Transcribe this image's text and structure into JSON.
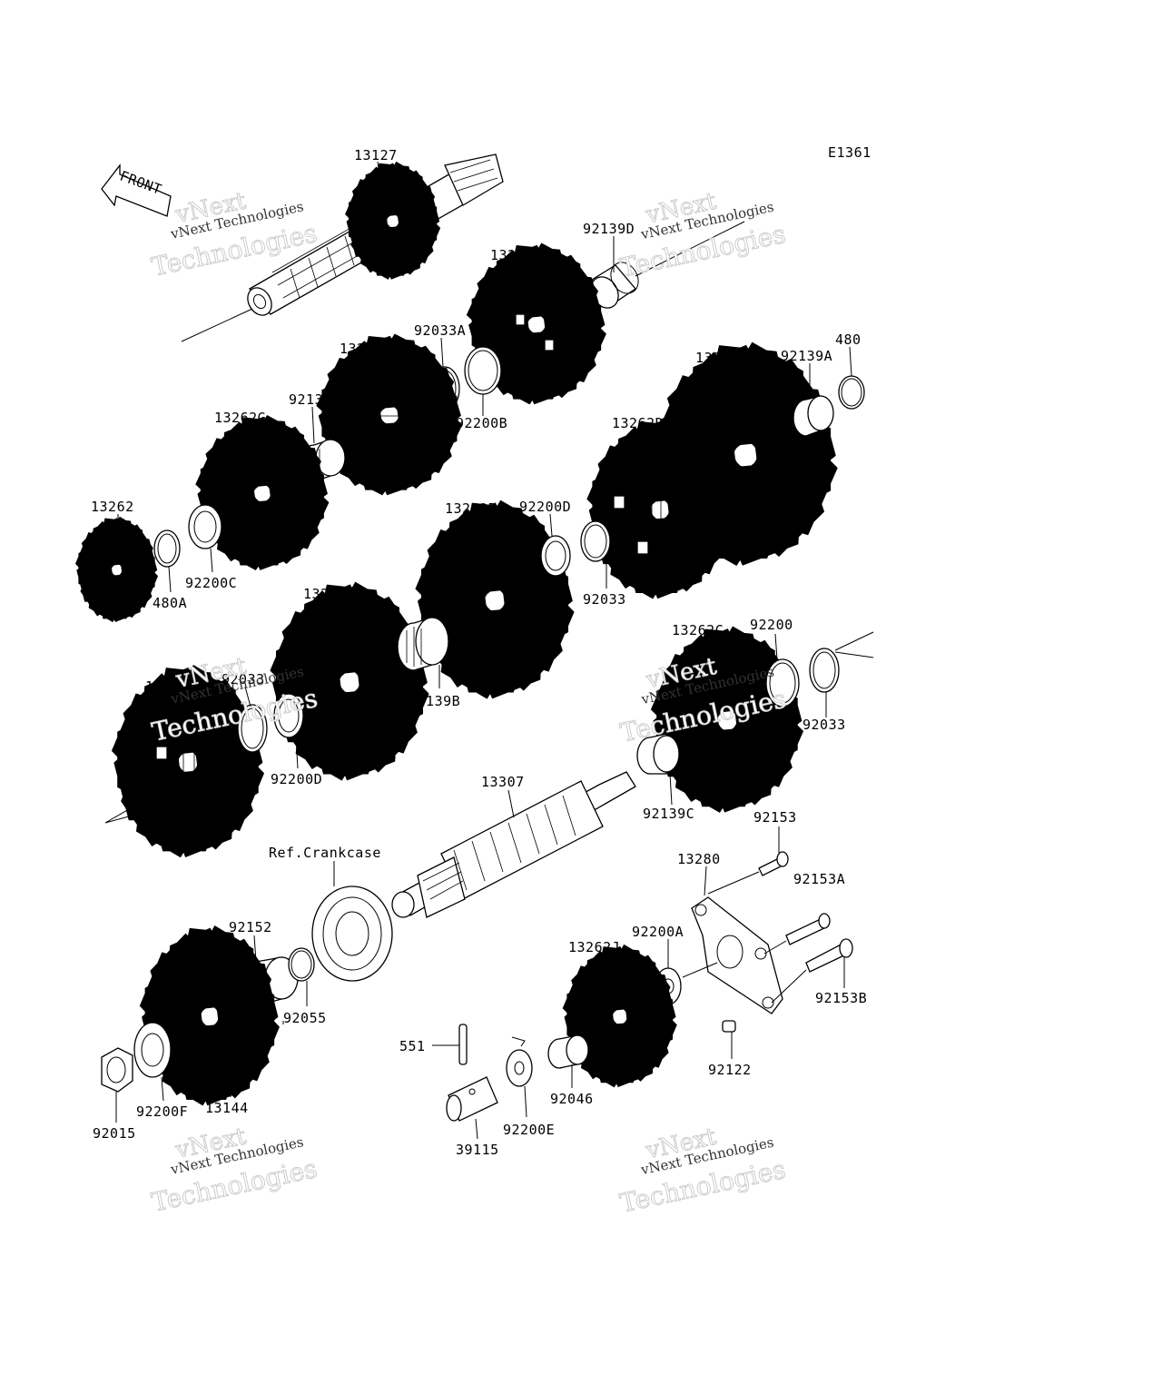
{
  "diagram_code": "E1361",
  "front_label": "FRONT",
  "watermark": {
    "line1": "vNext",
    "line2": "Technologies",
    "small": "vNext Technologies"
  },
  "parts": [
    {
      "id": "p01",
      "label": "13127"
    },
    {
      "id": "p02",
      "label": "92139D"
    },
    {
      "id": "p03",
      "label": "13262I"
    },
    {
      "id": "p04",
      "label": "92033A"
    },
    {
      "id": "p05",
      "label": "13262E"
    },
    {
      "id": "p06",
      "label": "92200B"
    },
    {
      "id": "p07",
      "label": "92139"
    },
    {
      "id": "p08",
      "label": "13262G"
    },
    {
      "id": "p09",
      "label": "13262A"
    },
    {
      "id": "p10",
      "label": "92139A"
    },
    {
      "id": "p11",
      "label": "480"
    },
    {
      "id": "p12",
      "label": "13262D"
    },
    {
      "id": "p13",
      "label": "13262"
    },
    {
      "id": "p14",
      "label": "480A"
    },
    {
      "id": "p15",
      "label": "92200C"
    },
    {
      "id": "p16",
      "label": "13262B"
    },
    {
      "id": "p17",
      "label": "92200D"
    },
    {
      "id": "p18",
      "label": "92033"
    },
    {
      "id": "p19",
      "label": "13262F"
    },
    {
      "id": "p20",
      "label": "92139B"
    },
    {
      "id": "p21",
      "label": "13262C"
    },
    {
      "id": "p22",
      "label": "92200"
    },
    {
      "id": "p23",
      "label": "92033"
    },
    {
      "id": "p24",
      "label": "13262H"
    },
    {
      "id": "p25",
      "label": "92033"
    },
    {
      "id": "p26",
      "label": "92200D"
    },
    {
      "id": "p27",
      "label": "13307"
    },
    {
      "id": "p28",
      "label": "92139C"
    },
    {
      "id": "p29",
      "label": "92153"
    },
    {
      "id": "p30",
      "label": "13280"
    },
    {
      "id": "p31",
      "label": "92153A"
    },
    {
      "id": "p32",
      "label": "Ref.Crankcase"
    },
    {
      "id": "p33",
      "label": "92152"
    },
    {
      "id": "p34",
      "label": "92200A"
    },
    {
      "id": "p35",
      "label": "13262J"
    },
    {
      "id": "p36",
      "label": "92153B"
    },
    {
      "id": "p37",
      "label": "92055"
    },
    {
      "id": "p38",
      "label": "551"
    },
    {
      "id": "p39",
      "label": "92122"
    },
    {
      "id": "p40",
      "label": "92046"
    },
    {
      "id": "p41",
      "label": "92200E"
    },
    {
      "id": "p42",
      "label": "39115"
    },
    {
      "id": "p43",
      "label": "92015"
    },
    {
      "id": "p44",
      "label": "92200F"
    },
    {
      "id": "p45",
      "label": "13144"
    }
  ]
}
